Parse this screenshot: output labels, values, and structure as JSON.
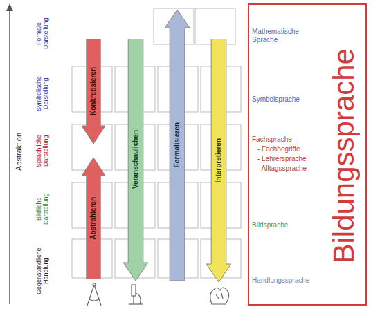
{
  "diagram": {
    "nodes": [
      {
        "text": [
          "Bildungssprache"
        ]
      },
      {
        "text": [
          "Konkretisieren"
        ]
      },
      {
        "text": [
          "Abstrahieren"
        ]
      },
      {
        "text": [
          "Veranschaulichen"
        ]
      },
      {
        "text": [
          "Formalisieren"
        ]
      },
      {
        "text": [
          "Interpretieren"
        ]
      }
    ],
    "labels": [
      "Abstraktion",
      "Formale Darstellung",
      "Symbolische Darstellung",
      "Sprachliche Darstellung",
      "Bildliche Darstellung",
      "Gegenständliche Handlung",
      "Mathematische Sprache",
      "Symbolsprache",
      "Fachsprache",
      "- Fachbegriffe",
      "- Lehrersprache",
      "- Alltagssprache",
      "Bildsprache",
      "Handlungssprache"
    ]
  }
}
